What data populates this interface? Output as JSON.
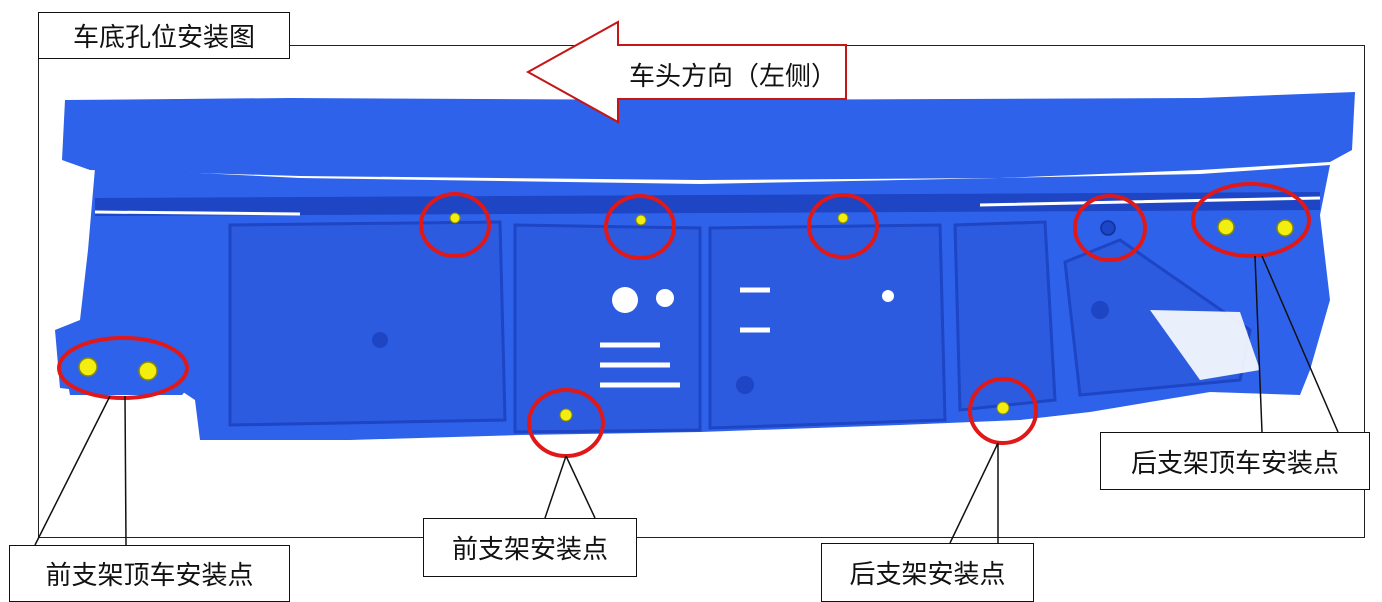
{
  "title": "车底孔位安装图",
  "direction_arrow": {
    "label": "车头方向（左侧）"
  },
  "callouts": {
    "front_bracket_roof": "前支架顶车安装点",
    "front_bracket": "前支架安装点",
    "rear_bracket": "后支架安装点",
    "rear_bracket_roof": "后支架顶车安装点"
  },
  "colors": {
    "underbody": "#2f62ea",
    "underbody_dark": "#1d45c4",
    "highlight_circle": "#e01818",
    "mount_point": "#f2ee10",
    "outline": "#111111"
  }
}
